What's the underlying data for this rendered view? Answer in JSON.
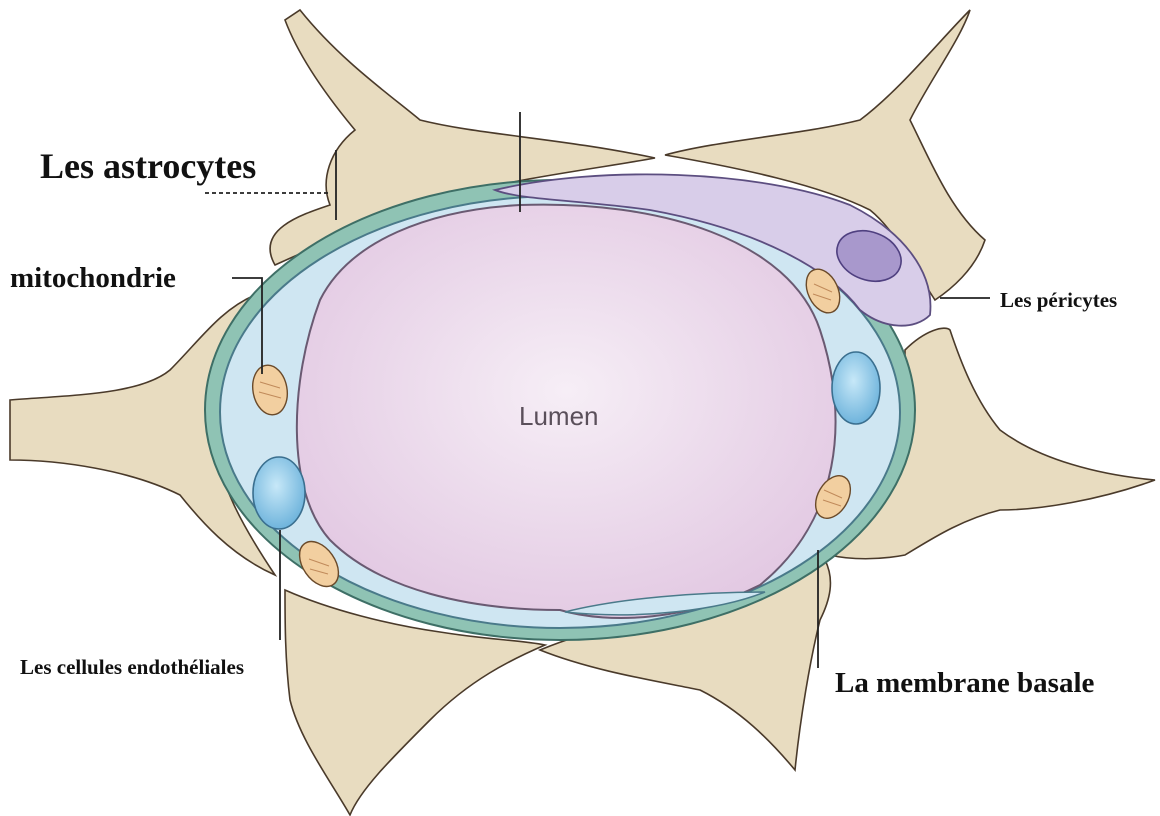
{
  "diagram": {
    "lumen_label": "Lumen",
    "labels": {
      "astrocytes": "Les astrocytes",
      "mitochondrie": "mitochondrie",
      "pericytes": "Les péricytes",
      "endothelial": "Les cellules endothéliales",
      "membrane": "La membrane basale"
    },
    "colors": {
      "astrocyte_fill": "#e8dcc0",
      "astrocyte_stroke": "#4a3a2a",
      "membrane": "#8fc3b4",
      "endothelium": "#cfe6f2",
      "lumen": "#ead6ea",
      "pericyte": "#d8cde9",
      "pericyte_nucleus": "#a898cc",
      "nucleus": "#8ec8e8",
      "mitochondria": "#f2cfa0"
    }
  }
}
